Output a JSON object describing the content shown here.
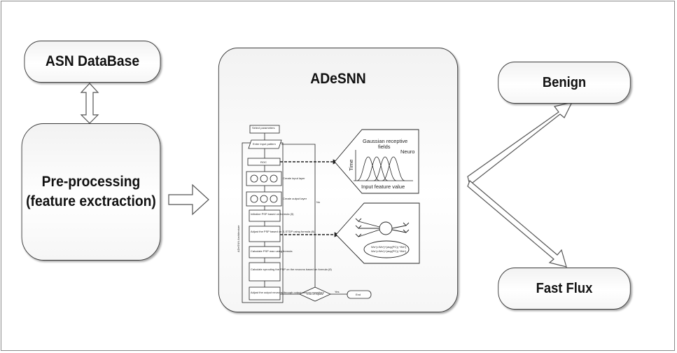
{
  "diagram": {
    "asn_database": "ASN DataBase",
    "preprocessing_line1": "Pre-processing",
    "preprocessing_line2": "(feature exctraction)",
    "adesnn_title": "ADeSNN",
    "benign": "Benign",
    "fast_flux": "Fast Flux"
  },
  "flowchart": {
    "side_label": "ADeSNN Architecture",
    "steps": [
      "Select parameters",
      "Enter input pattern",
      "ROC",
      "Create input layer",
      "Create output layer",
      "Initialize PSP based on formula (5)",
      "Adjust the PSP based on S-STDP using formula (6)",
      "Calculate PSP max using formula",
      "Calculate sprouting the PSP on the neurons based on formula (8)",
      "Adjust the output neurons through output neuron repository",
      "End of inputs",
      "Yes",
      "End",
      "No"
    ]
  },
  "gaussian": {
    "title_line1": "Gaussian receptive",
    "title_line2": "fields",
    "neuron_label": "Neuro",
    "time_label": "Time",
    "x_label": "Input feature value"
  },
  "neuron_panel": {
    "formula_line1": "Ws^j=Ws^j+(avg(PC)) *Ws^j",
    "formula_line2": "Ws^j=Ws^j+(avg(PC)) *Ws^j"
  },
  "colors": {
    "border": "#3a3a3a",
    "arrow_fill": "#ffffff",
    "box_gradient_top": "#f2f2f2"
  }
}
